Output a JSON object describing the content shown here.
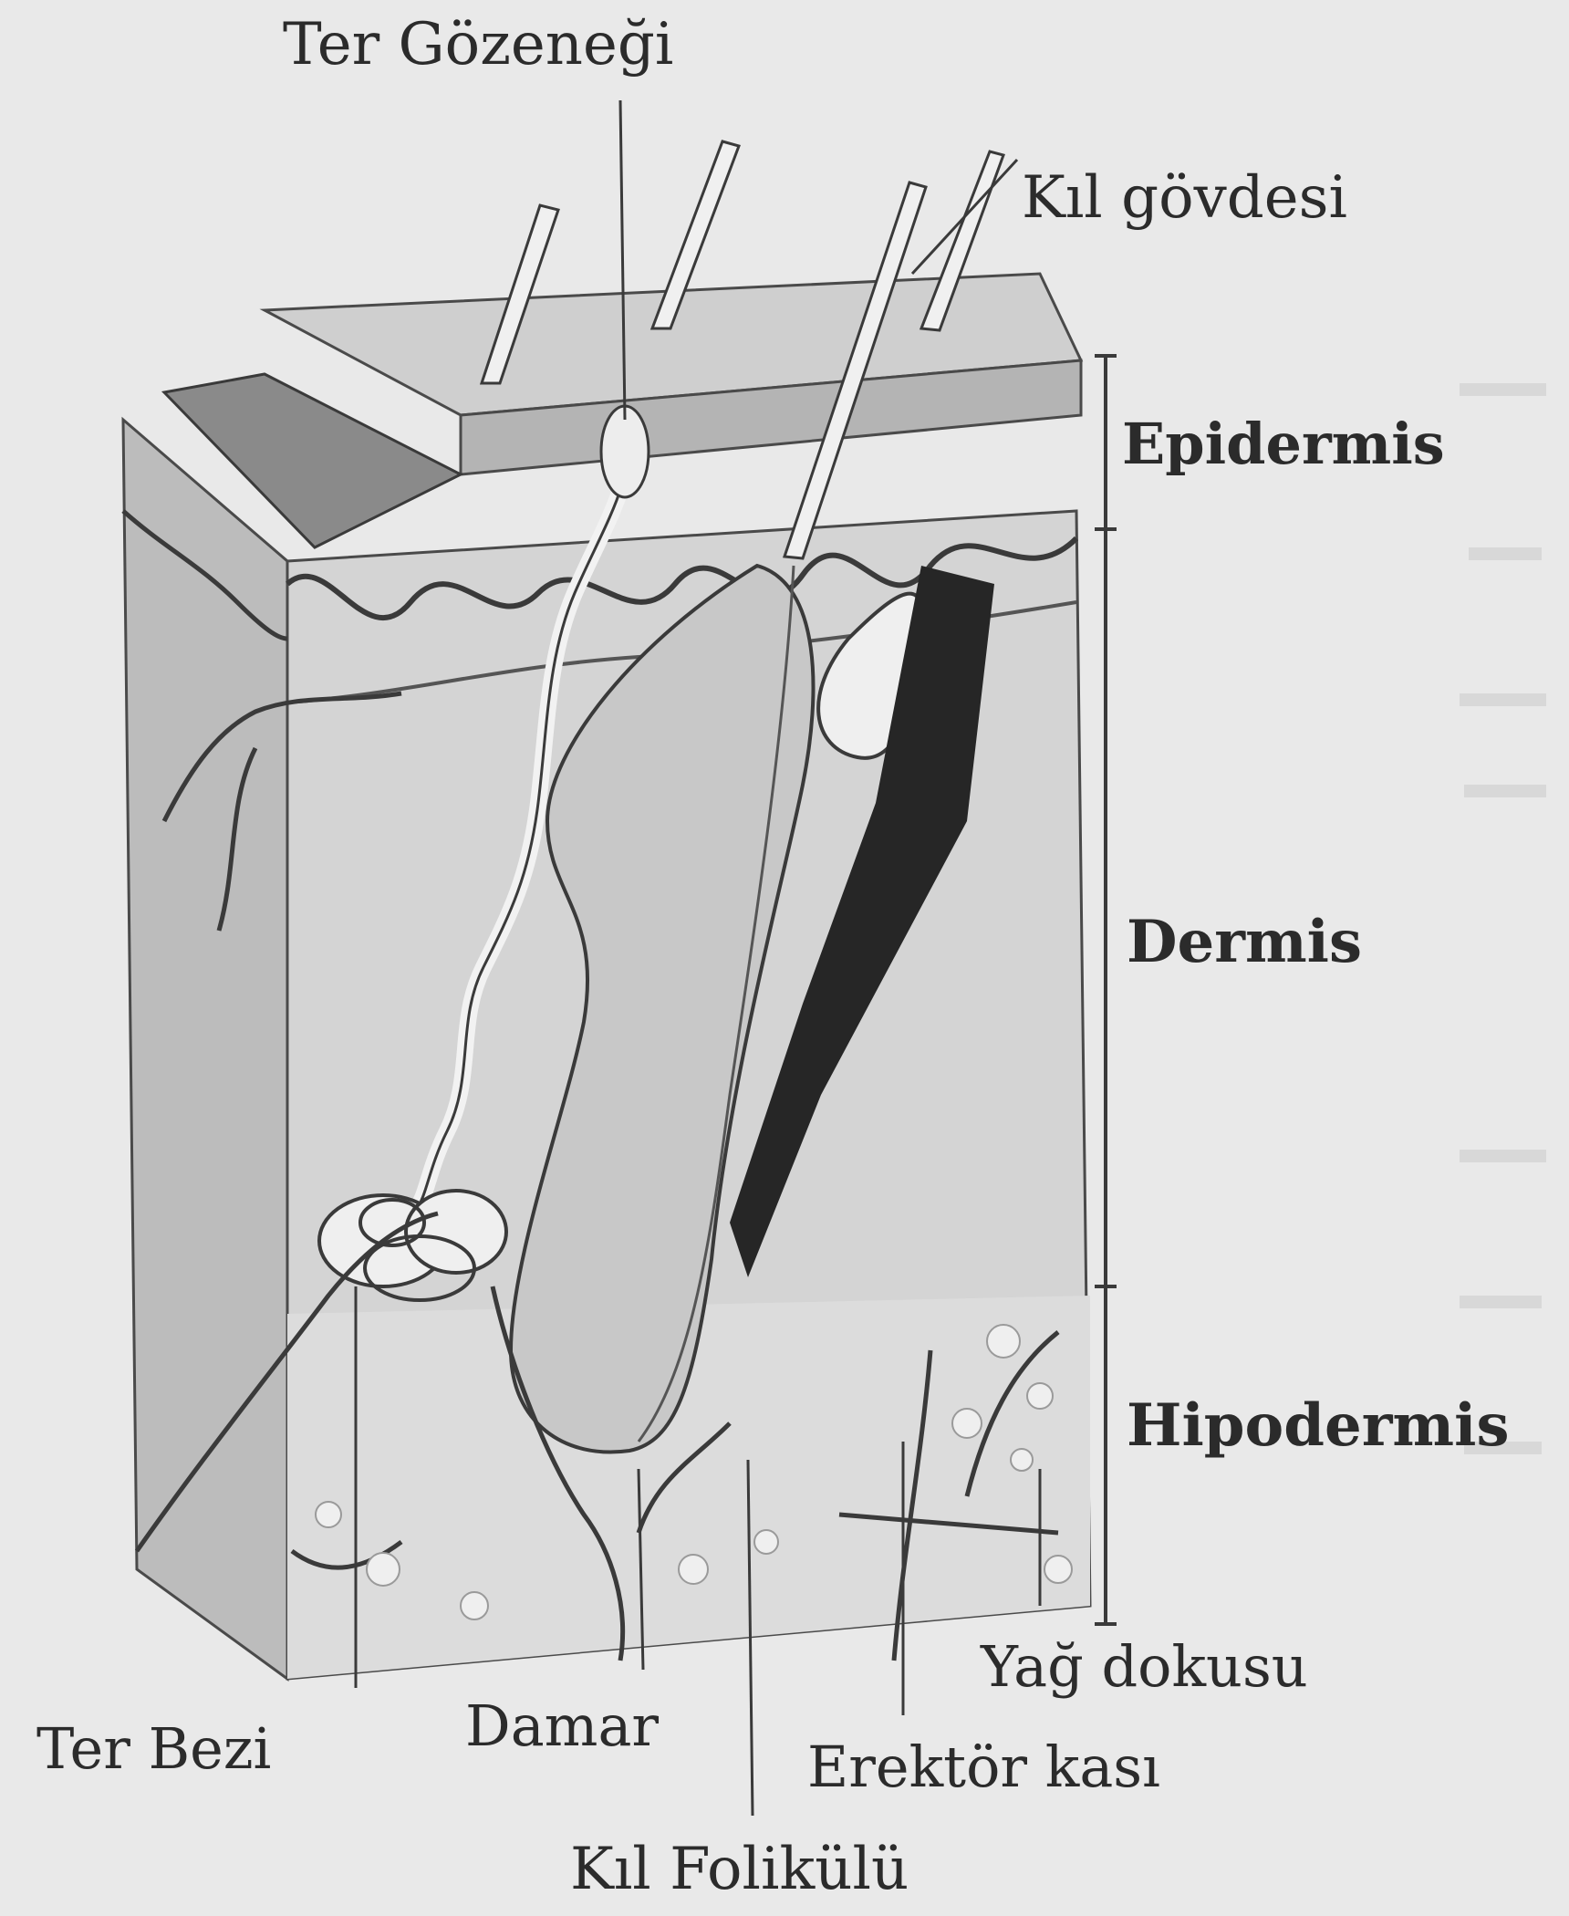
{
  "diagram": {
    "labels": {
      "sweat_pore": "Ter Gözeneği",
      "hair_shaft": "Kıl gövdesi",
      "epidermis": "Epidermis",
      "dermis": "Dermis",
      "hypodermis": "Hipodermis",
      "sweat_gland": "Ter Bezi",
      "vessel": "Damar",
      "fat_tissue": "Yağ dokusu",
      "erector_muscle": "Erektör kası",
      "hair_follicle": "Kıl Folikülü"
    },
    "colors": {
      "background": "#e9e9e9",
      "block_side": "#b9b9b9",
      "block_front": "#d6d6d6",
      "ink": "#3a3a3a",
      "dark_muscle": "#262626"
    }
  }
}
